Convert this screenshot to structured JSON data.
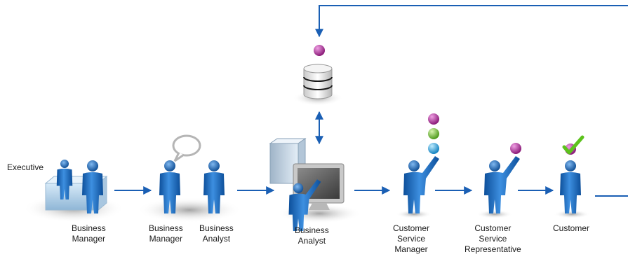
{
  "colors": {
    "person": "#1f6fc0",
    "arrow": "#1a5fb4",
    "token_magenta": "#b52d9c",
    "token_green": "#7bc043",
    "token_cyan": "#2ab0e6",
    "check": "#5cc21c"
  },
  "labels": {
    "executive": "Executive",
    "business_manager_1": [
      "Business",
      "Manager"
    ],
    "business_manager_2": [
      "Business",
      "Manager"
    ],
    "business_analyst_1": [
      "Business",
      "Analyst"
    ],
    "business_analyst_2": [
      "Business",
      "Analyst"
    ],
    "customer_service_manager": [
      "Customer",
      "Service",
      "Manager"
    ],
    "customer_service_rep": [
      "Customer",
      "Service",
      "Representative"
    ],
    "customer": "Customer"
  },
  "icons": {
    "database": "database-icon",
    "server": "server-icon",
    "monitor": "monitor-icon",
    "speech_bubble": "speech-bubble-icon",
    "checkmark": "checkmark-icon"
  }
}
